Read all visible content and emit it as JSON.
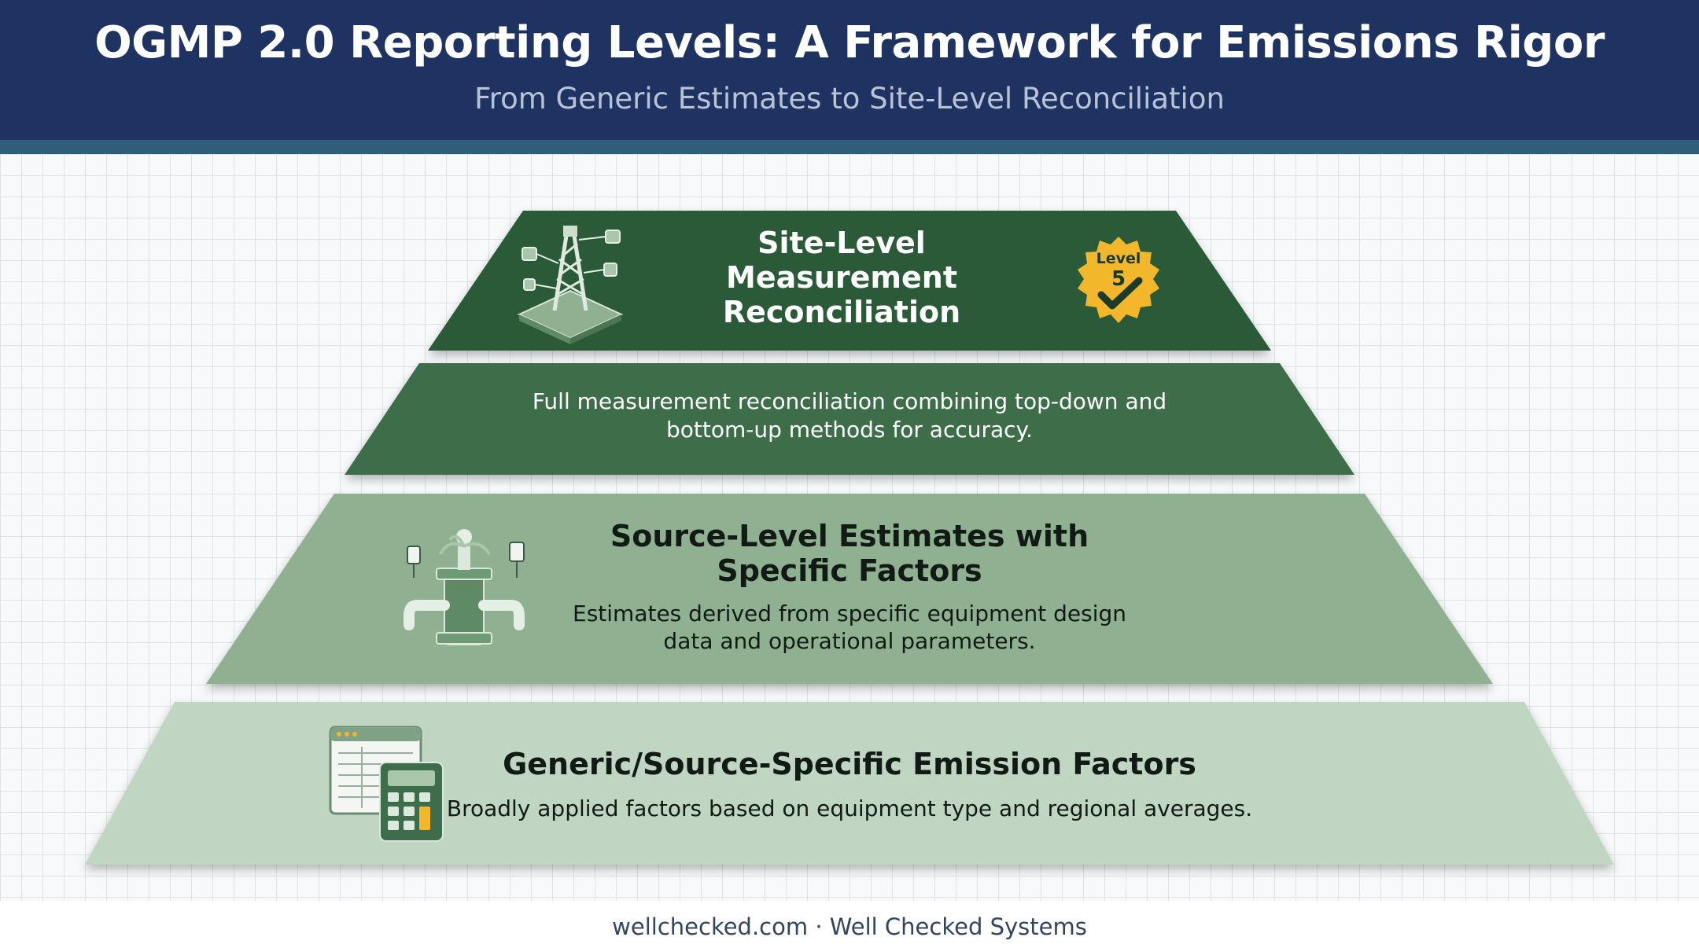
{
  "header": {
    "title": "OGMP 2.0 Reporting Levels: A Framework for Emissions Rigor",
    "subtitle": "From Generic Estimates to Site-Level Reconciliation"
  },
  "tiers": {
    "top": {
      "title": "Site-Level Measurement Reconciliation",
      "badge_label": "Level",
      "badge_number": "5",
      "icon": "oil-rig-icon",
      "color": "#2b5a38"
    },
    "second": {
      "description": "Full measurement reconciliation combining top-down and bottom-up methods for accuracy.",
      "color": "#3d6d4a"
    },
    "third": {
      "title": "Source-Level Estimates with Specific Factors",
      "description": "Estimates derived from specific equipment design data and operational parameters.",
      "icon": "valve-leak-icon",
      "color": "#8fb091"
    },
    "base": {
      "title": "Generic/Source-Specific Emission Factors",
      "description": "Broadly applied factors based on equipment type and regional averages.",
      "icon": "calculator-spreadsheet-icon",
      "color": "#c1d6c2"
    }
  },
  "colors": {
    "header": "#1f3363",
    "badge": "#f2b72b"
  },
  "footer": {
    "text": "wellchecked.com · Well Checked Systems"
  }
}
